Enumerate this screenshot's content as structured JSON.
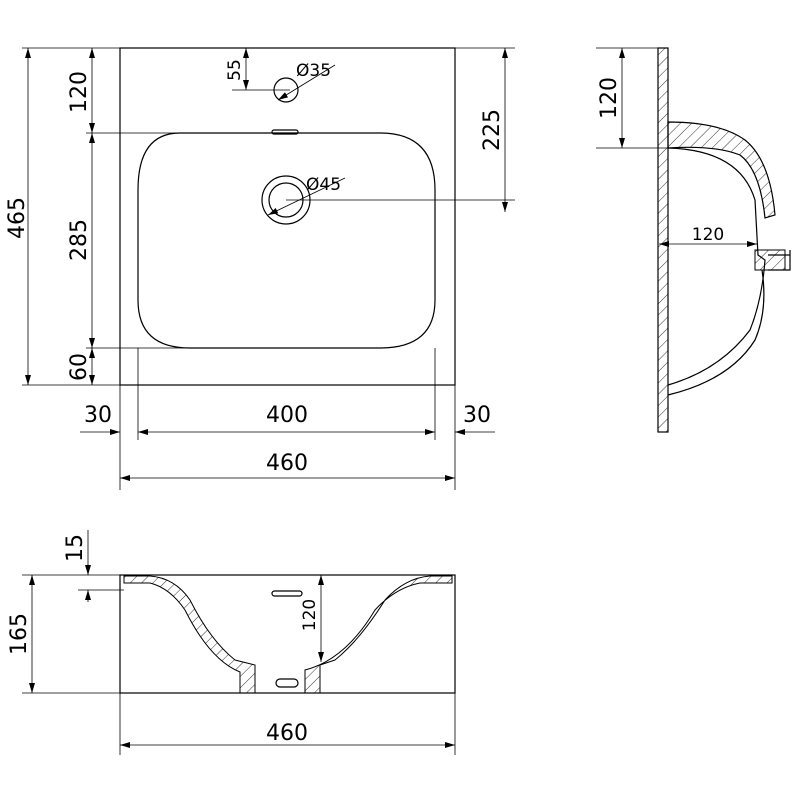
{
  "top_view": {
    "overall_depth": "465",
    "back_deck": "120",
    "bowl_depth": "285",
    "front_rim": "60",
    "drain_offset": "225",
    "tap_hole_offset": "55",
    "tap_hole_diameter": "Ø35",
    "drain_diameter": "Ø45",
    "left_rim": "30",
    "bowl_width": "400",
    "right_rim": "30",
    "overall_width": "460"
  },
  "side_view": {
    "back_deck": "120",
    "bowl_projection": "120"
  },
  "front_view": {
    "overall_height": "165",
    "rim_thickness": "15",
    "bowl_depth": "120",
    "overall_width": "460"
  }
}
